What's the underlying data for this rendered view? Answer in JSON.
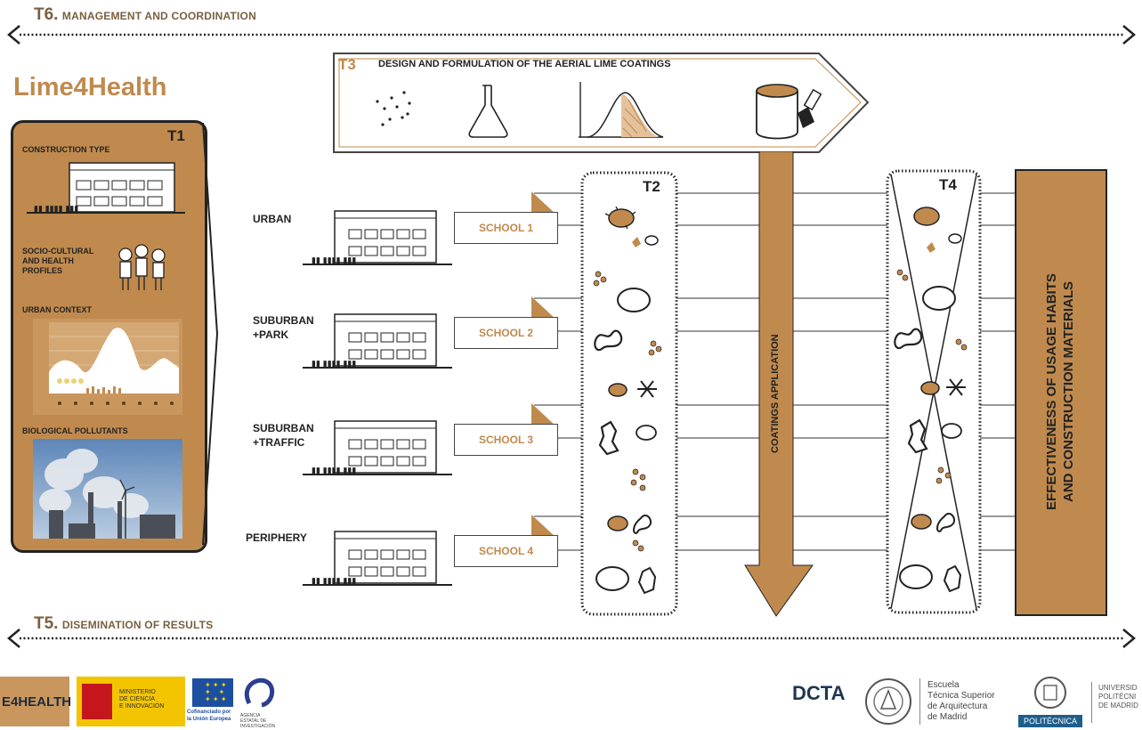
{
  "tasks": {
    "t6": {
      "code": "T6.",
      "label": "MANAGEMENT AND COORDINATION"
    },
    "t5": {
      "code": "T5.",
      "label": "DISEMINATION OF RESULTS"
    },
    "t3": {
      "code": "T3",
      "label": "DESIGN AND FORMULATION OF THE AERIAL LIME COATINGS"
    },
    "t1": {
      "code": "T1"
    },
    "t2": {
      "code": "T2"
    },
    "t4": {
      "code": "T4"
    }
  },
  "project_title": "Lime4Health",
  "t1_sections": [
    "CONSTRUCTION TYPE",
    "SOCIO-CULTURAL\nAND HEALTH\nPROFILES",
    "URBAN CONTEXT",
    "BIOLOGICAL POLLUTANTS"
  ],
  "sites": [
    {
      "area": "URBAN",
      "school": "SCHOOL 1"
    },
    {
      "area": "SUBURBAN\n+PARK",
      "school": "SCHOOL 2"
    },
    {
      "area": "SUBURBAN\n+TRAFFIC",
      "school": "SCHOOL 3"
    },
    {
      "area": "PERIPHERY",
      "school": "SCHOOL 4"
    }
  ],
  "coatings_label": "COATINGS APPLICATION",
  "effectiveness_label": [
    "EFFECTIVENESS OF USAGE HABITS",
    "AND CONSTRUCTION MATERIALS"
  ],
  "colors": {
    "accent": "#c08a4e",
    "dark": "#222222"
  },
  "logos": {
    "lime4health": "E4HEALTH",
    "ministerio": [
      "MINISTERIO",
      "DE CIENCIA",
      "E INNOVACIÓN"
    ],
    "eu": [
      "Cofinanciado por",
      "la Unión Europea"
    ],
    "agencia": [
      "AGENCIA",
      "ESTATAL DE",
      "INVESTIGACIÓN"
    ],
    "dcta": "DCTA",
    "etsam": [
      "Escuela",
      "Técnica Superior",
      "de Arquitectura",
      "de Madrid"
    ],
    "politecnica": "POLITÉCNICA",
    "upm": [
      "UNIVERSID",
      "POLITÉCNI",
      "DE MADRID"
    ]
  }
}
